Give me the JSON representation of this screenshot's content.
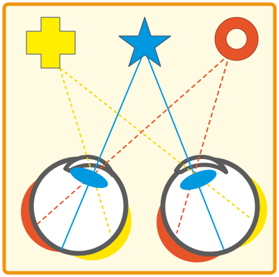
{
  "diagram": {
    "background_color": "#fffbe3",
    "border_color": "#f0960a",
    "objects": [
      {
        "name": "plus-shape",
        "color": "#ffee00"
      },
      {
        "name": "star-shape",
        "color": "#0099e0"
      },
      {
        "name": "ring-shape",
        "color": "#e8542a"
      }
    ],
    "eyes": [
      {
        "name": "left-eye",
        "back_colors": [
          "#e8542a",
          "#ffe500"
        ],
        "outline_color": "#5b5b5b",
        "lens_color": "#0099e0"
      },
      {
        "name": "right-eye",
        "back_colors": [
          "#e8542a",
          "#ffe500"
        ],
        "outline_color": "#5b5b5b",
        "lens_color": "#0099e0"
      }
    ],
    "sight_lines": [
      {
        "from": "plus-shape",
        "to": "left-eye",
        "style": "dashed",
        "color": "#ffe500"
      },
      {
        "from": "plus-shape",
        "to": "right-eye",
        "style": "dashed",
        "color": "#ffe500"
      },
      {
        "from": "star-shape",
        "to": "left-eye",
        "style": "solid",
        "color": "#0099e0"
      },
      {
        "from": "star-shape",
        "to": "right-eye",
        "style": "solid",
        "color": "#0099e0"
      },
      {
        "from": "ring-shape",
        "to": "left-eye",
        "style": "dashed",
        "color": "#e8542a"
      },
      {
        "from": "ring-shape",
        "to": "right-eye",
        "style": "dashed",
        "color": "#e8542a"
      }
    ]
  }
}
